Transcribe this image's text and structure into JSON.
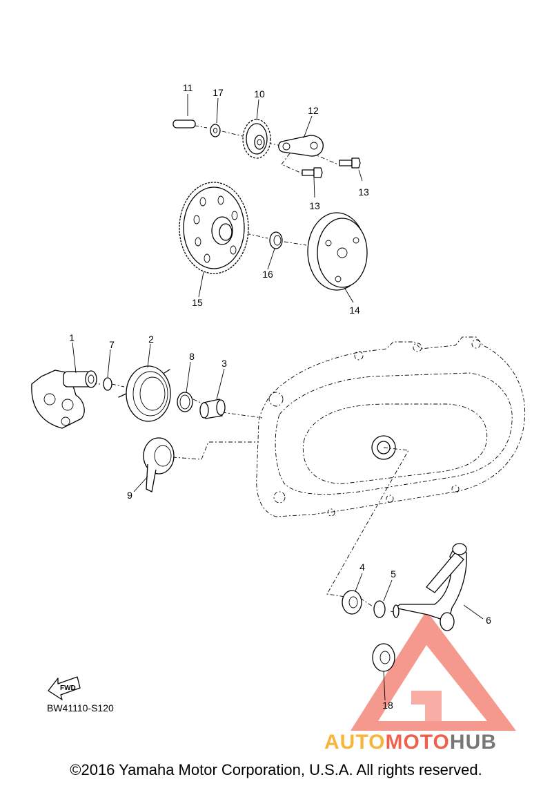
{
  "diagram": {
    "part_labels": [
      "1",
      "2",
      "3",
      "4",
      "5",
      "6",
      "7",
      "8",
      "9",
      "10",
      "11",
      "12",
      "13",
      "13",
      "14",
      "15",
      "16",
      "17",
      "18"
    ],
    "fwd_label": "FWD",
    "figure_code": "BW41110-S120"
  },
  "watermark": {
    "part1": "AUTO",
    "part2": "MOTO",
    "part3": "HUB",
    "colors": {
      "orange": "#f7b53a",
      "red": "#f0604f",
      "gray": "#777777"
    }
  },
  "footer": {
    "copyright": "©2016 Yamaha Motor Corporation, U.S.A. All rights reserved."
  }
}
